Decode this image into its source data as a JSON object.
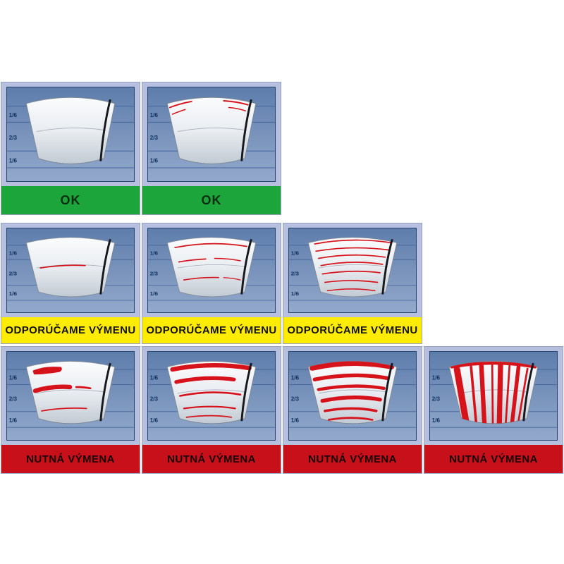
{
  "statuses": {
    "ok": {
      "label": "OK",
      "color": "#1ba53a",
      "text_color": "#0b2e12"
    },
    "recommend": {
      "label": "ODPORÚČAME VÝMENU",
      "color": "#ffec00",
      "text_color": "#111111"
    },
    "replace": {
      "label": "NUTNÁ VÝMENA",
      "color": "#c8101a",
      "text_color": "#160404"
    }
  },
  "scale": {
    "labels": [
      "1/6",
      "2/3",
      "1/6"
    ]
  },
  "wear_mark_color": "#d6121b",
  "rows": [
    {
      "status": "ok",
      "cells": [
        {
          "wear": "clean"
        },
        {
          "wear": "edge-marks"
        }
      ]
    },
    {
      "status": "recommend",
      "cells": [
        {
          "wear": "single-line"
        },
        {
          "wear": "few-lines"
        },
        {
          "wear": "many-lines"
        }
      ]
    },
    {
      "status": "replace",
      "cells": [
        {
          "wear": "light-smears"
        },
        {
          "wear": "medium-smears"
        },
        {
          "wear": "heavy-smears"
        },
        {
          "wear": "vertical-streaks"
        }
      ]
    }
  ]
}
